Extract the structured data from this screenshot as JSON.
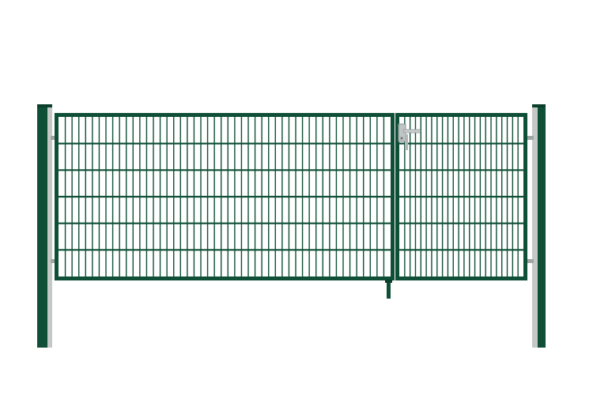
{
  "product": {
    "type": "double-leaf garden gate",
    "colors": {
      "frame": "#0f4f37",
      "frame_highlight": "#1d6b4d",
      "post_light": "#c9ccca",
      "post_mid": "#a6aaa8",
      "hardware": "#b7bcbd",
      "background": "#ffffff"
    },
    "leaves": [
      {
        "name": "large-leaf",
        "vertical_bars": 48,
        "horizontal_bars": 5
      },
      {
        "name": "small-leaf",
        "vertical_bars": 22,
        "horizontal_bars": 5
      }
    ],
    "hardware": [
      "lock-handle",
      "ground-drop-bolt",
      "hinge-brackets"
    ]
  }
}
